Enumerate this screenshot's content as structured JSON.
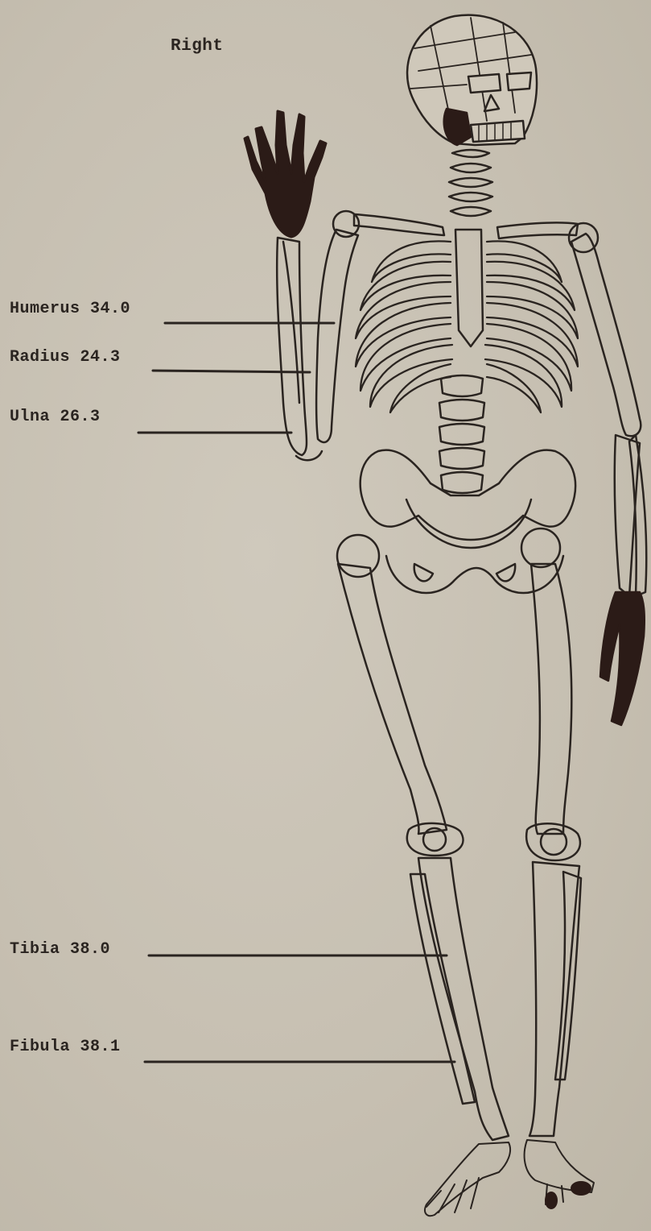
{
  "title": "Right",
  "labels": {
    "humerus": "Humerus 34.0",
    "radius": "Radius 24.3",
    "ulna": "Ulna  26.3",
    "tibia": "Tibia 38.0",
    "fibula": "Fibula 38.1"
  },
  "colors": {
    "paper": "#c9c2b4",
    "ink": "#2a2420",
    "shading": "#2b1b17"
  }
}
